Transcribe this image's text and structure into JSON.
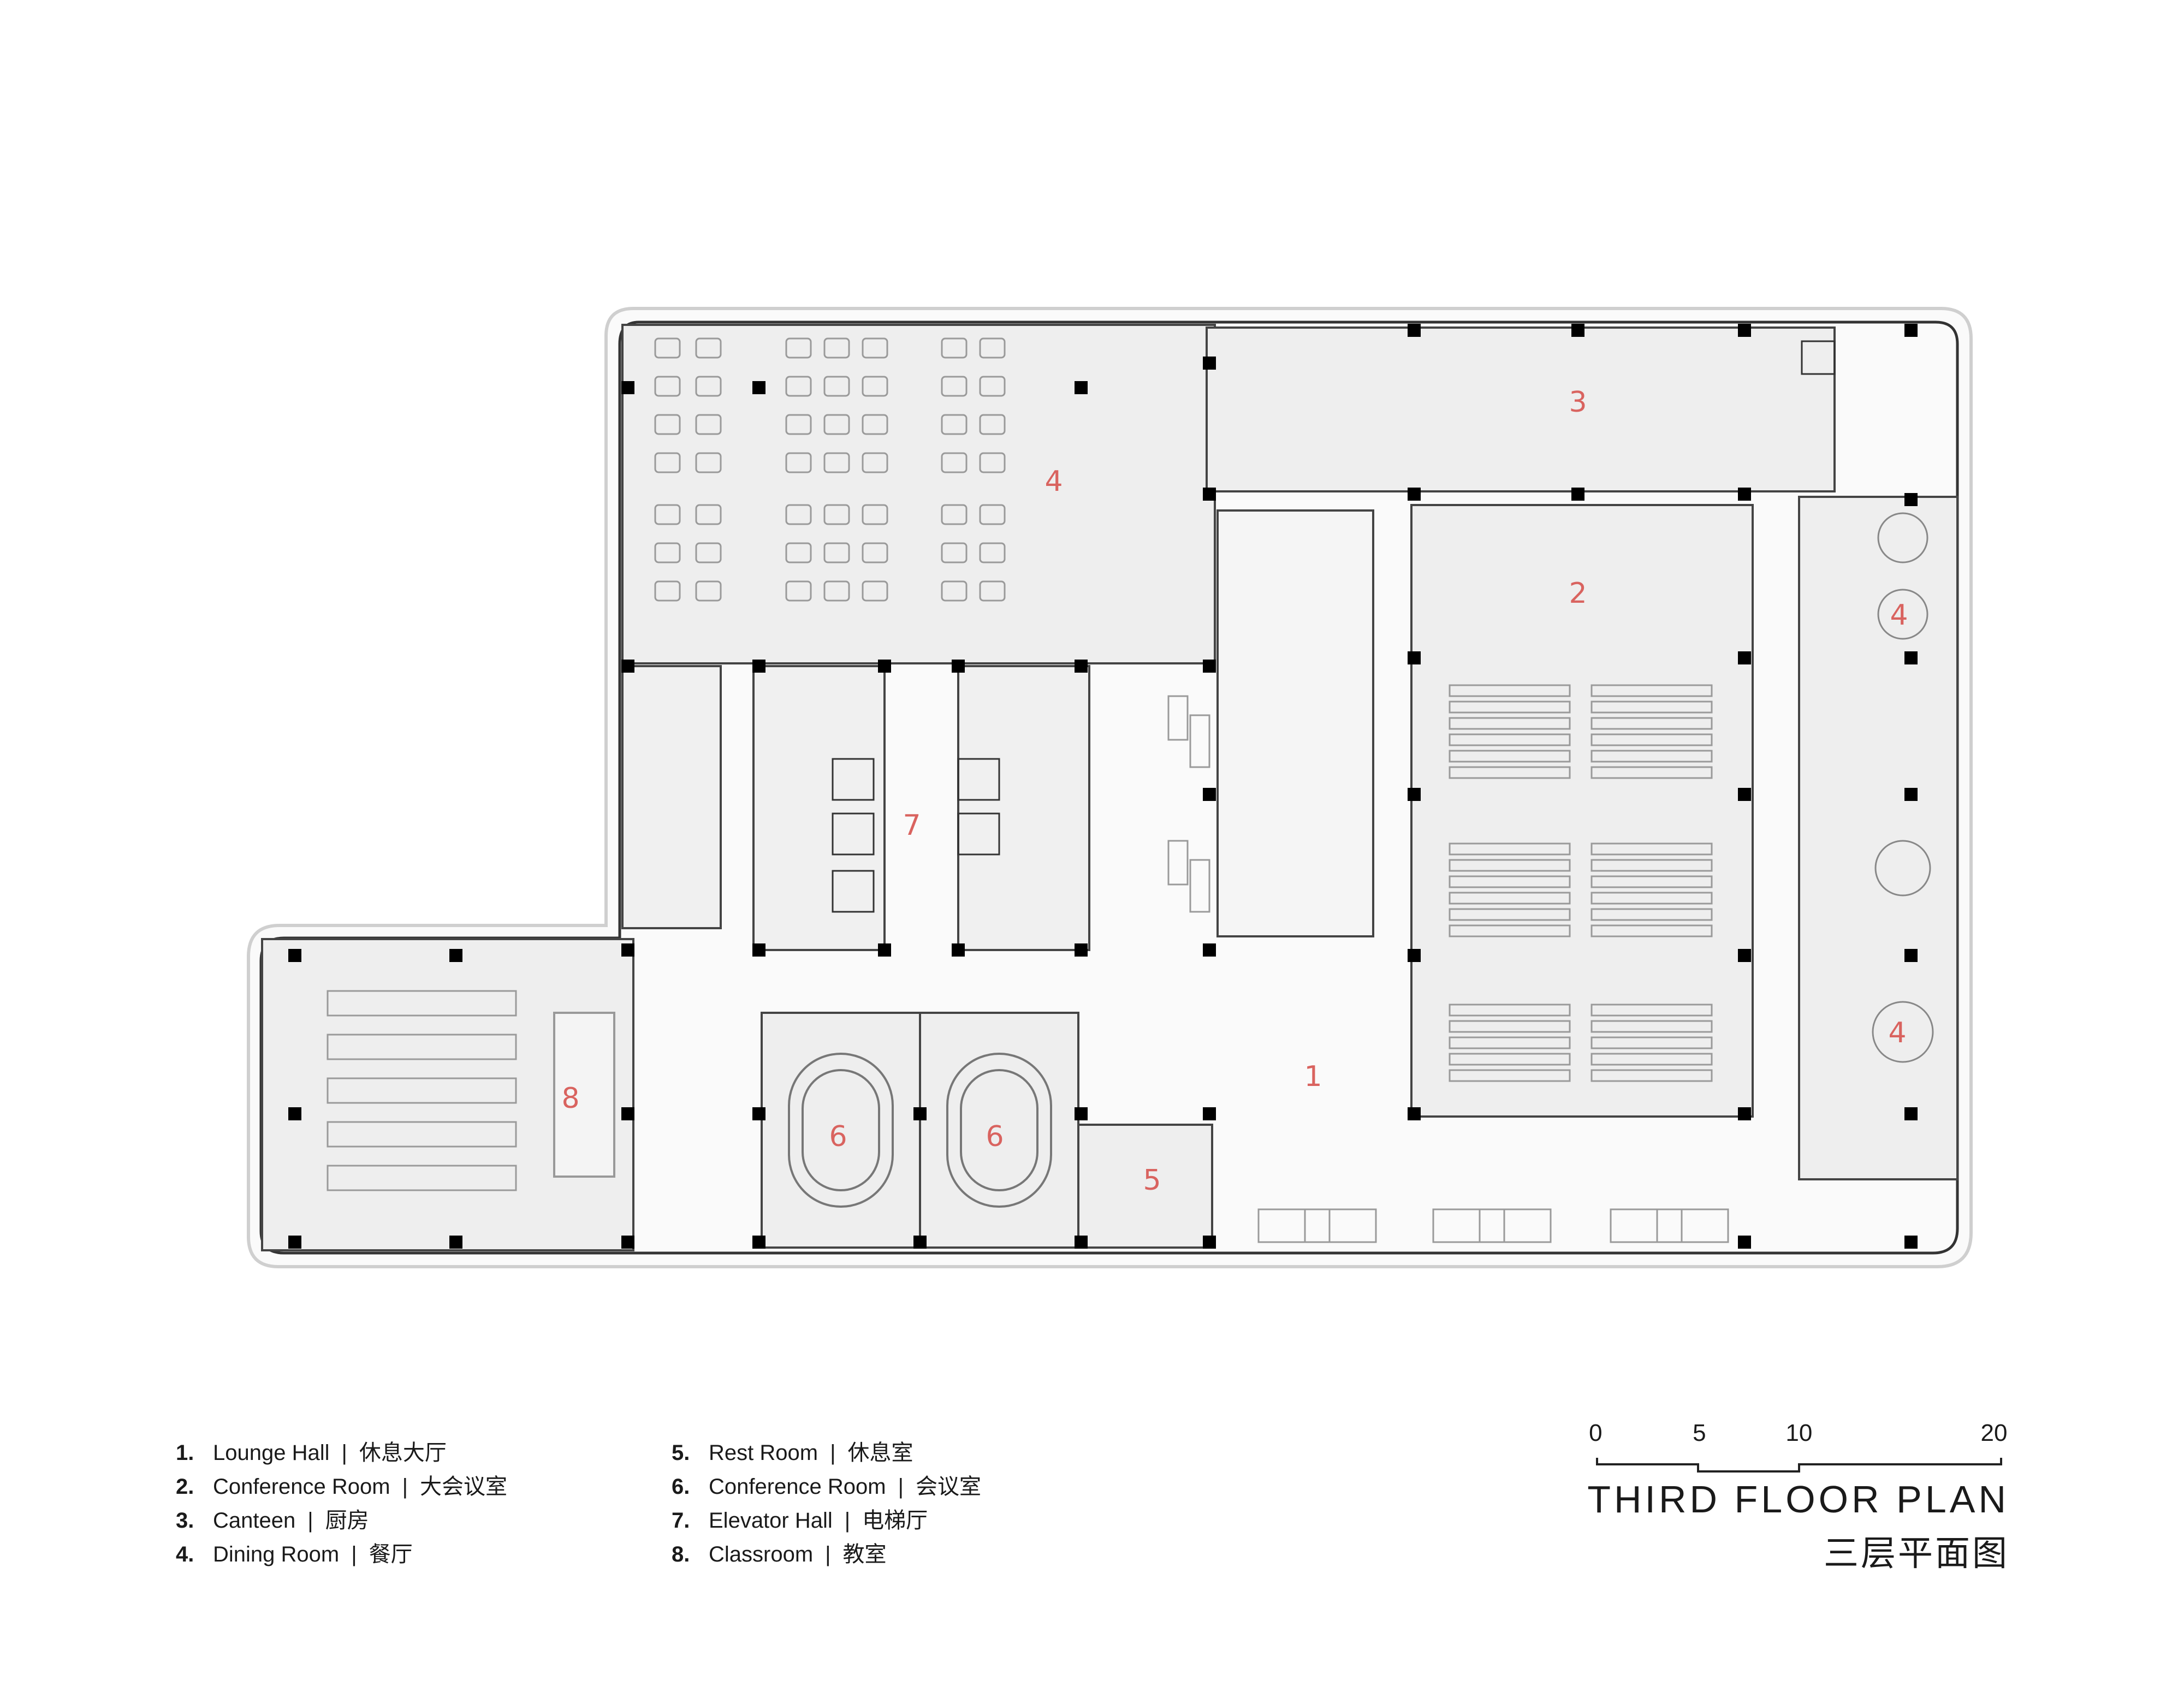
{
  "plan": {
    "title": "THIRD FLOOR PLAN",
    "subtitle": "三层平面图",
    "room_label_color": "#d9635f",
    "room_labels": [
      "4",
      "3",
      "2",
      "4",
      "7",
      "4",
      "8",
      "1",
      "6",
      "6",
      "5"
    ]
  },
  "scale": {
    "ticks": [
      "0",
      "5",
      "10",
      "20"
    ],
    "values": [
      0,
      5,
      10,
      20
    ]
  },
  "legend": [
    {
      "num": "1.",
      "en": "Lounge Hall",
      "zh": "休息大厅"
    },
    {
      "num": "2.",
      "en": "Conference Room",
      "zh": "大会议室"
    },
    {
      "num": "3.",
      "en": "Canteen",
      "zh": "厨房"
    },
    {
      "num": "4.",
      "en": "Dining Room",
      "zh": "餐厅"
    },
    {
      "num": "5.",
      "en": "Rest Room",
      "zh": "休息室"
    },
    {
      "num": "6.",
      "en": "Conference Room",
      "zh": "会议室"
    },
    {
      "num": "7.",
      "en": "Elevator Hall",
      "zh": "电梯厅"
    },
    {
      "num": "8.",
      "en": "Classroom",
      "zh": "教室"
    }
  ],
  "separator": "|"
}
